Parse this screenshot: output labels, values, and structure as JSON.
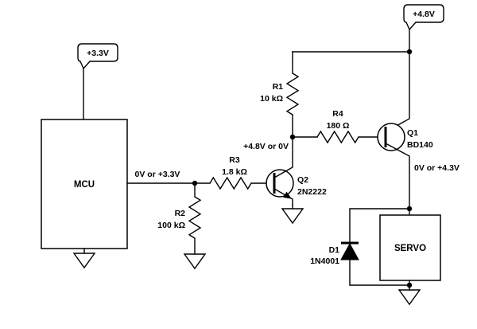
{
  "supplies": {
    "mcu_rail": "+3.3V",
    "servo_rail": "+4.8V"
  },
  "blocks": {
    "mcu": "MCU",
    "servo": "SERVO"
  },
  "nets": {
    "mcu_output": "0V or +3.3V",
    "q2_collector": "+4.8V or 0V",
    "q1_collector": "0V or +4.3V"
  },
  "components": {
    "r1": {
      "ref": "R1",
      "value": "10 kΩ"
    },
    "r2": {
      "ref": "R2",
      "value": "100 kΩ"
    },
    "r3": {
      "ref": "R3",
      "value": "1.8 kΩ"
    },
    "r4": {
      "ref": "R4",
      "value": "180 Ω"
    },
    "q1": {
      "ref": "Q1",
      "value": "BD140"
    },
    "q2": {
      "ref": "Q2",
      "value": "2N2222"
    },
    "d1": {
      "ref": "D1",
      "value": "1N4001"
    }
  },
  "colors": {
    "wire": "#000000",
    "background": "#ffffff"
  }
}
